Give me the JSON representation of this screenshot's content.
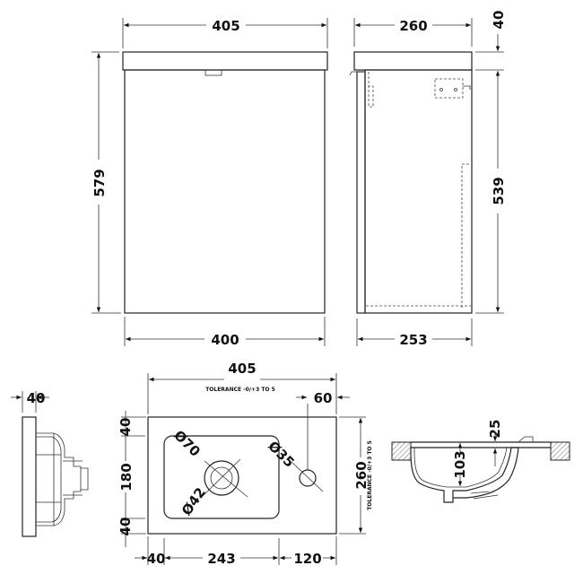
{
  "front_view": {
    "width_top": "405",
    "height": "579",
    "width_bottom": "400"
  },
  "side_view": {
    "depth_top": "260",
    "top_thickness": "40",
    "body_height": "539",
    "depth_bottom": "253"
  },
  "basin_side": {
    "thickness": "40"
  },
  "basin_plan": {
    "width": "405",
    "width_tolerance": "TOLERANCE -0/+3 TO 5",
    "tap_offset": "60",
    "top_margin": "40",
    "bowl_height": "180",
    "bottom_margin": "40",
    "depth": "260",
    "depth_tolerance": "TOLERANCE -0/+3 TO 5",
    "waste_outer": "Ø70",
    "waste_inner": "Ø42",
    "tap_hole": "Ø35",
    "left_margin": "40",
    "bowl_width": "243",
    "right_margin": "120"
  },
  "basin_section": {
    "bowl_depth": "103",
    "rim": "25"
  }
}
